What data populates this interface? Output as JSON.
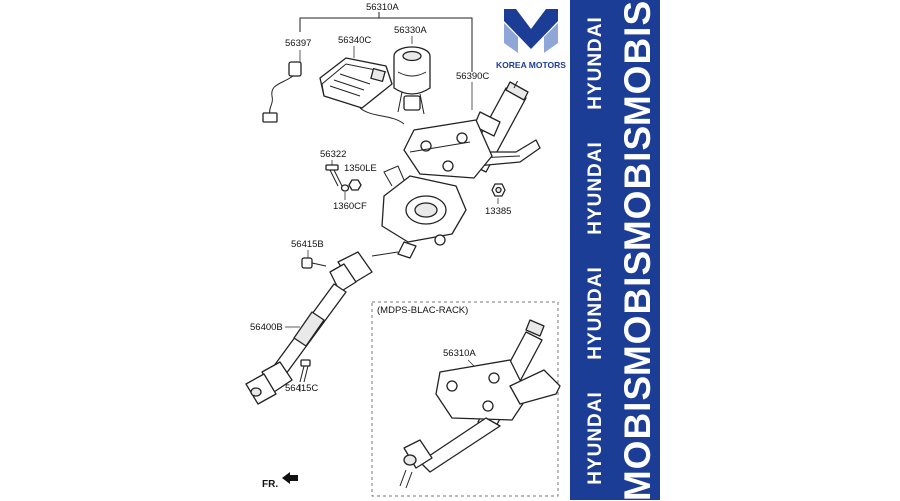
{
  "diagram": {
    "labels": {
      "p56310A_top": "56310A",
      "p56397": "56397",
      "p56340C": "56340C",
      "p56330A": "56330A",
      "p56390C": "56390C",
      "p56322": "56322",
      "p1350LE": "1350LE",
      "p1360CF": "1360CF",
      "p13385": "13385",
      "p56415B": "56415B",
      "p56400B": "56400B",
      "p56415C": "56415C",
      "p56310A_inset": "56310A",
      "inset_title": "(MDPS-BLAC-RACK)",
      "front_marker": "FR."
    }
  },
  "brand": {
    "logo_caption": "KOREA MOTORS",
    "logo_color": "#1c3d95",
    "band_color": "#1c3d95",
    "watermark": [
      {
        "line1": "HYUNDAI",
        "line2": "MOBIS"
      },
      {
        "line1": "HYUNDAI",
        "line2": "MOBIS"
      },
      {
        "line1": "HYUNDAI",
        "line2": "MOBIS"
      },
      {
        "line1": "HYUNDAI",
        "line2": "MOBIS"
      }
    ]
  }
}
